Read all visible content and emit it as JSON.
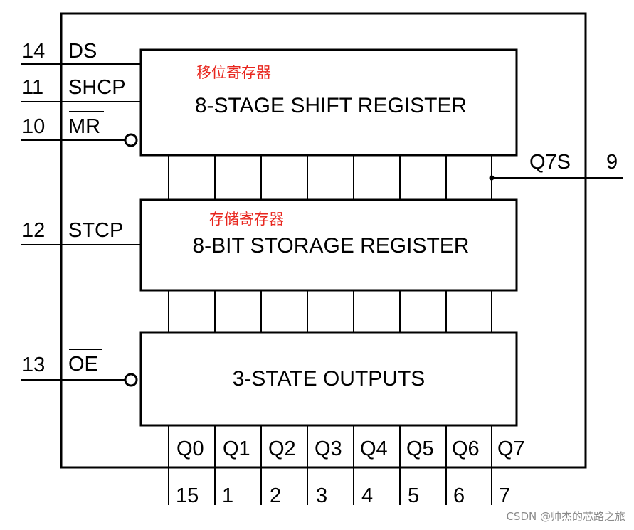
{
  "diagram": {
    "inputs": [
      {
        "pin": "14",
        "signal": "DS",
        "overline": false
      },
      {
        "pin": "11",
        "signal": "SHCP",
        "overline": false
      },
      {
        "pin": "10",
        "signal": "MR",
        "overline": true
      },
      {
        "pin": "12",
        "signal": "STCP",
        "overline": false
      },
      {
        "pin": "13",
        "signal": "OE",
        "overline": true
      }
    ],
    "blocks": {
      "shift": {
        "title": "8-STAGE SHIFT REGISTER",
        "annotation": "移位寄存器"
      },
      "storage": {
        "title": "8-BIT STORAGE REGISTER",
        "annotation": "存储寄存器"
      },
      "output": {
        "title": "3-STATE OUTPUTS"
      }
    },
    "serial_out": {
      "signal": "Q7S",
      "pin": "9"
    },
    "outputs": [
      {
        "signal": "Q0",
        "pin": "15"
      },
      {
        "signal": "Q1",
        "pin": "1"
      },
      {
        "signal": "Q2",
        "pin": "2"
      },
      {
        "signal": "Q3",
        "pin": "3"
      },
      {
        "signal": "Q4",
        "pin": "4"
      },
      {
        "signal": "Q5",
        "pin": "5"
      },
      {
        "signal": "Q6",
        "pin": "6"
      },
      {
        "signal": "Q7",
        "pin": "7"
      }
    ]
  },
  "watermark": "CSDN @帅杰的芯路之旅"
}
